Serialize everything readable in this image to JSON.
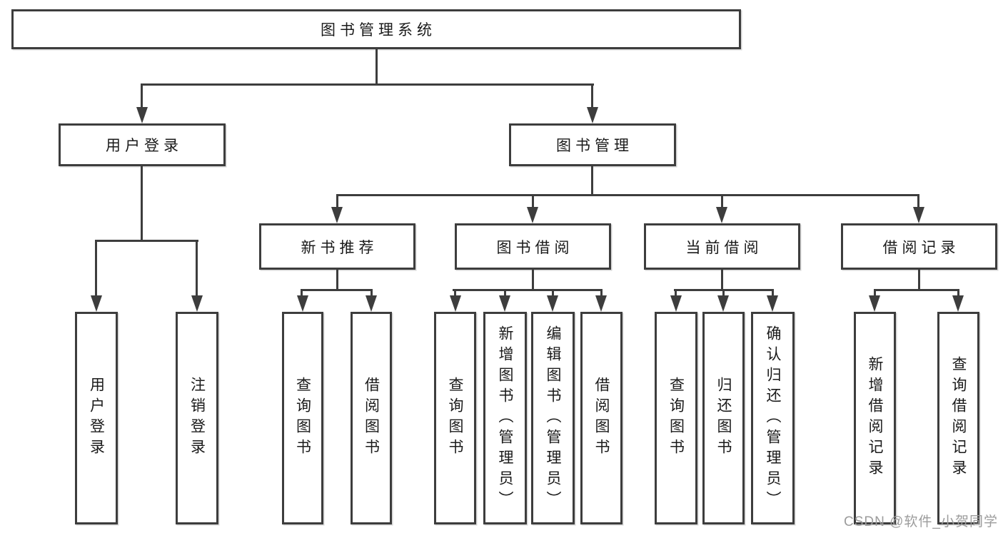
{
  "diagram_title": "图书管理系统",
  "tree": {
    "root": {
      "label": "图书管理系统",
      "children": [
        {
          "label": "用户登录",
          "children": [
            {
              "label": "用户登录"
            },
            {
              "label": "注销登录"
            }
          ]
        },
        {
          "label": "图书管理",
          "children": [
            {
              "label": "新书推荐",
              "children": [
                {
                  "label": "查询图书"
                },
                {
                  "label": "借阅图书"
                }
              ]
            },
            {
              "label": "图书借阅",
              "children": [
                {
                  "label": "查询图书"
                },
                {
                  "label": "新增图书（管理员）"
                },
                {
                  "label": "编辑图书（管理员）"
                },
                {
                  "label": "借阅图书"
                }
              ]
            },
            {
              "label": "当前借阅",
              "children": [
                {
                  "label": "查询图书"
                },
                {
                  "label": "归还图书"
                },
                {
                  "label": "确认归还（管理员）"
                }
              ]
            },
            {
              "label": "借阅记录",
              "children": [
                {
                  "label": "新增借阅记录"
                },
                {
                  "label": "查询借阅记录"
                }
              ]
            }
          ]
        }
      ]
    }
  },
  "watermark": "CSDN @软件_小贺同学",
  "colors": {
    "line": "#3d3d3d",
    "text": "#1a1a1a",
    "watermark": "#9c9c9c",
    "background": "#ffffff"
  }
}
